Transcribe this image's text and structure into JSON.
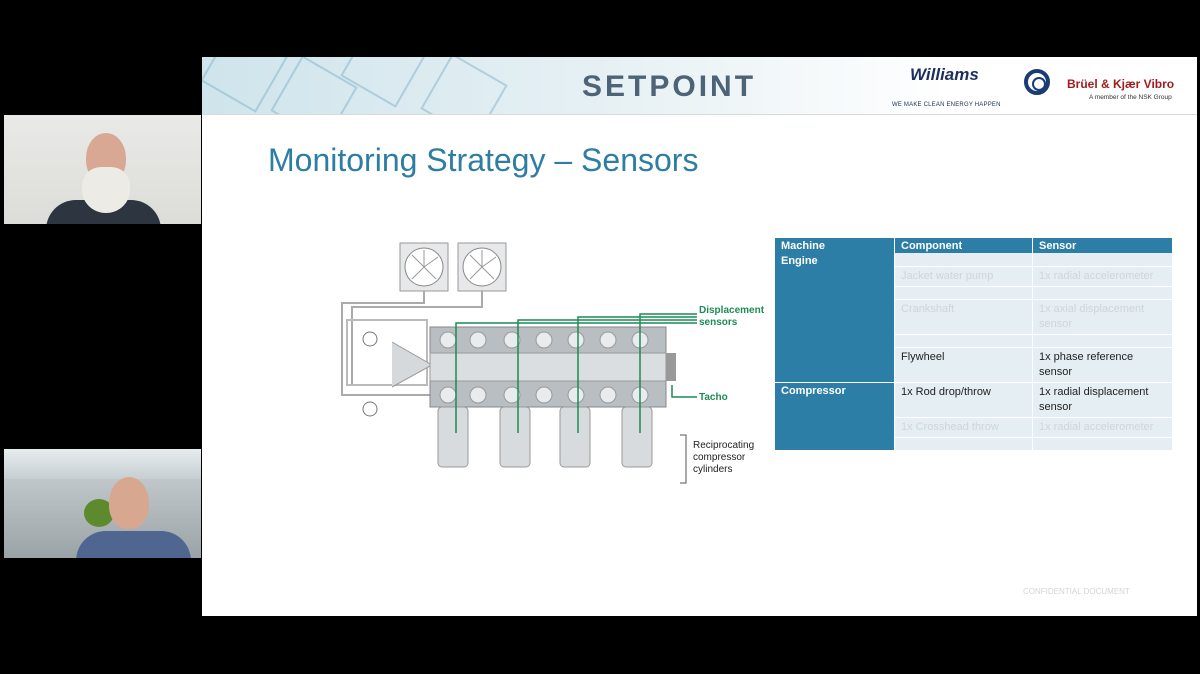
{
  "banner": {
    "setpoint_logo": "SETPOINT",
    "williams_logo": "Williams",
    "williams_tagline": "WE MAKE CLEAN ENERGY HAPPEN",
    "bk_logo": "Brüel & Kjær Vibro",
    "bk_tagline": "A member of the NSK Group"
  },
  "slide": {
    "title": "Monitoring Strategy – Sensors",
    "confidential": "CONFIDENTIAL DOCUMENT"
  },
  "diagram": {
    "displacement_label": "Displacement sensors",
    "displacement_line1": "Displacement",
    "displacement_line2": "sensors",
    "tacho_label": "Tacho",
    "cyl_line1": "Reciprocating",
    "cyl_line2": "compressor",
    "cyl_line3": "cylinders"
  },
  "table": {
    "headers": [
      "Machine",
      "Component",
      "Sensor"
    ],
    "engine": {
      "machine": "Engine",
      "rows": [
        {
          "component": "",
          "sensor": ""
        },
        {
          "component": "Jacket water pump",
          "sensor": "1x radial accelerometer"
        },
        {
          "component": "",
          "sensor": ""
        },
        {
          "component": "Crankshaft",
          "sensor": "1x axial displacement sensor"
        },
        {
          "component": "",
          "sensor": ""
        },
        {
          "component": "Flywheel",
          "sensor": "1x phase reference sensor"
        }
      ]
    },
    "compressor": {
      "machine": "Compressor",
      "rows": [
        {
          "component": "1x Rod drop/throw",
          "sensor": "1x radial displacement sensor"
        },
        {
          "component": "1x Crosshead throw",
          "sensor": "1x radial accelerometer"
        },
        {
          "component": "",
          "sensor": ""
        }
      ]
    }
  },
  "colors": {
    "table_header": "#2d7ea6",
    "table_cell": "#e4eef3",
    "title": "#2e7da2",
    "sensor_green": "#1c8c55"
  }
}
